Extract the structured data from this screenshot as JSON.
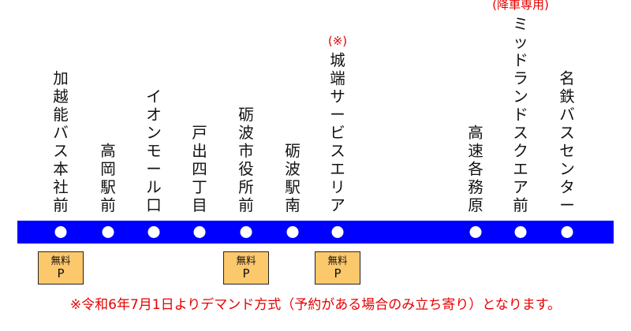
{
  "colors": {
    "route_line": "#0000ff",
    "stop_dot": "#ffffff",
    "parking_fill": "#fcc86c",
    "note_red": "#e60000"
  },
  "stops": [
    {
      "name": "加越能バス本社前",
      "parking": true
    },
    {
      "name": "高岡駅前",
      "parking": false
    },
    {
      "name": "イオンモール口",
      "parking": false
    },
    {
      "name": "戸出四丁目",
      "parking": false
    },
    {
      "name": "砺波市役所前",
      "parking": true
    },
    {
      "name": "砺波駅南",
      "parking": false
    },
    {
      "name": "城端サービスエリア",
      "parking": true,
      "note": "(※)"
    },
    {
      "name": "高速各務原",
      "parking": false
    },
    {
      "name": "ミッドランドスクエア前",
      "parking": false,
      "note": "(降車専用)"
    },
    {
      "name": "名鉄バスセンター",
      "parking": false
    }
  ],
  "parking_label": {
    "line1": "無料",
    "line2": "P"
  },
  "footer_note": "※令和6年7月1日よりデマンド方式（予約がある場合のみ立ち寄り）となります。"
}
